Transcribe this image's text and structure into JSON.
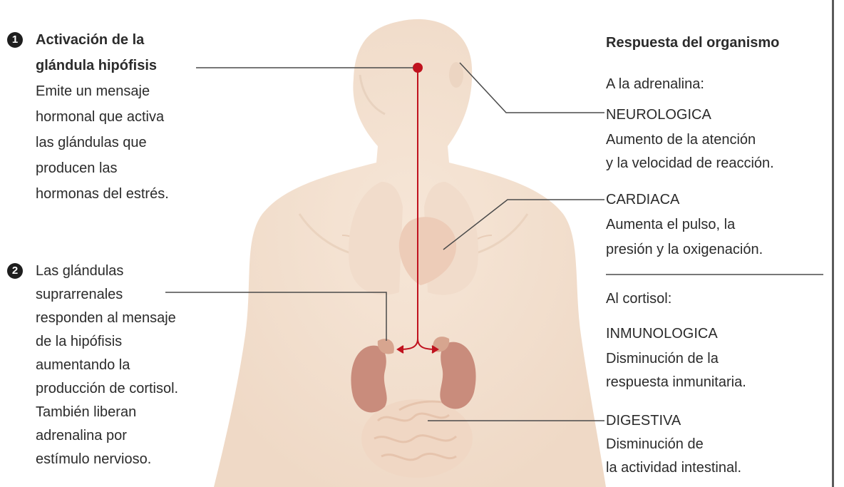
{
  "step1": {
    "number": "1",
    "title_lines": [
      "Activación de la",
      "glándula hipófisis"
    ],
    "body_lines": [
      "Emite un mensaje",
      "hormonal que activa",
      "las glándulas que",
      "producen las",
      "hormonas del estrés."
    ]
  },
  "step2": {
    "number": "2",
    "lines": [
      "Las glándulas",
      "suprarrenales",
      "responden al mensaje",
      "de la hipófisis",
      "aumentando la",
      "producción de cortisol.",
      "También liberan",
      "adrenalina por",
      "estímulo nervioso."
    ]
  },
  "response": {
    "title": "Respuesta del organismo",
    "adrenaline_heading": "A la adrenalina:",
    "neuro": {
      "label": "NEUROLOGICA",
      "lines": [
        "Aumento de la atención",
        "y la velocidad de reacción."
      ]
    },
    "cardiac": {
      "label": "CARDIACA",
      "lines": [
        "Aumenta el pulso, la",
        "presión y la oxigenación."
      ]
    },
    "cortisol_heading": "Al cortisol:",
    "immuno": {
      "label": "INMUNOLOGICA",
      "lines": [
        "Disminución de la",
        "respuesta inmunitaria."
      ]
    },
    "digestive": {
      "label": "DIGESTIVA",
      "lines": [
        "Disminución de",
        "la actividad intestinal."
      ]
    }
  },
  "colors": {
    "skin": "#f5e3d3",
    "organ": "#efd2c0",
    "kidney": "#c98c7c",
    "hormone_path": "#c0121e",
    "leader_line": "#4a4a4a"
  }
}
